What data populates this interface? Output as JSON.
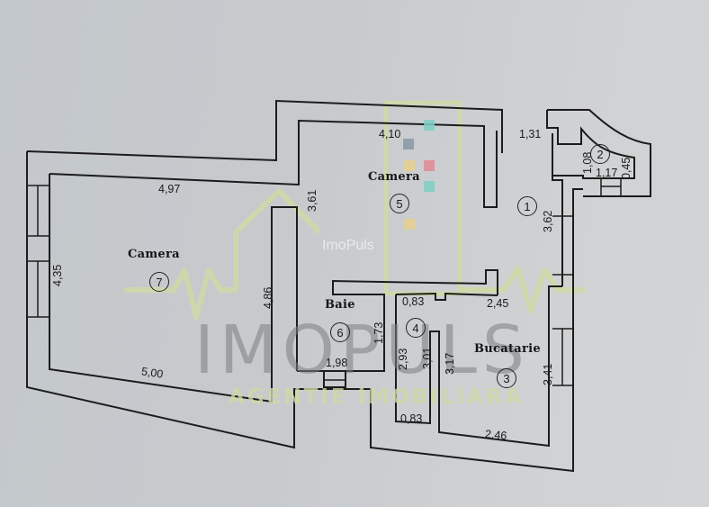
{
  "plan": {
    "background": "#c7cacd",
    "wall_color": "#1c1c1c"
  },
  "rooms": [
    {
      "id": 1,
      "name": "",
      "number": "1"
    },
    {
      "id": 2,
      "name": "",
      "number": "2"
    },
    {
      "id": 3,
      "name": "Bucatarie",
      "number": "3"
    },
    {
      "id": 4,
      "name": "",
      "number": "4"
    },
    {
      "id": 5,
      "name": "Camera",
      "number": "5"
    },
    {
      "id": 6,
      "name": "Baie",
      "number": "6"
    },
    {
      "id": 7,
      "name": "Camera",
      "number": "7"
    }
  ],
  "dimensions": {
    "d497": "4,97",
    "d435": "4,35",
    "d486": "4,86",
    "d500": "5,00",
    "d361": "3,61",
    "d410": "4,10",
    "d131": "1,31",
    "d108": "1,08",
    "d117": "1,17",
    "d045": "0,45",
    "d362": "3,62",
    "d173": "1,73",
    "d198": "1,98",
    "d083a": "0,83",
    "d245": "2,45",
    "d293": "2,93",
    "d301": "3,01",
    "d317": "3,17",
    "d341": "3,41",
    "d083b": "0,83",
    "d246": "2,46"
  },
  "watermark": {
    "brand": "IMOPULS",
    "tagline": "AGENTIE IMOBILIARA",
    "small": "ImoPuls",
    "green": "#cfd9a6",
    "grey": "#7c7f82",
    "squares": [
      "#7fcfc4",
      "#8a96a6",
      "#e8cf8e",
      "#e28a94",
      "#7fcfc4",
      "#e8cf8e"
    ]
  }
}
